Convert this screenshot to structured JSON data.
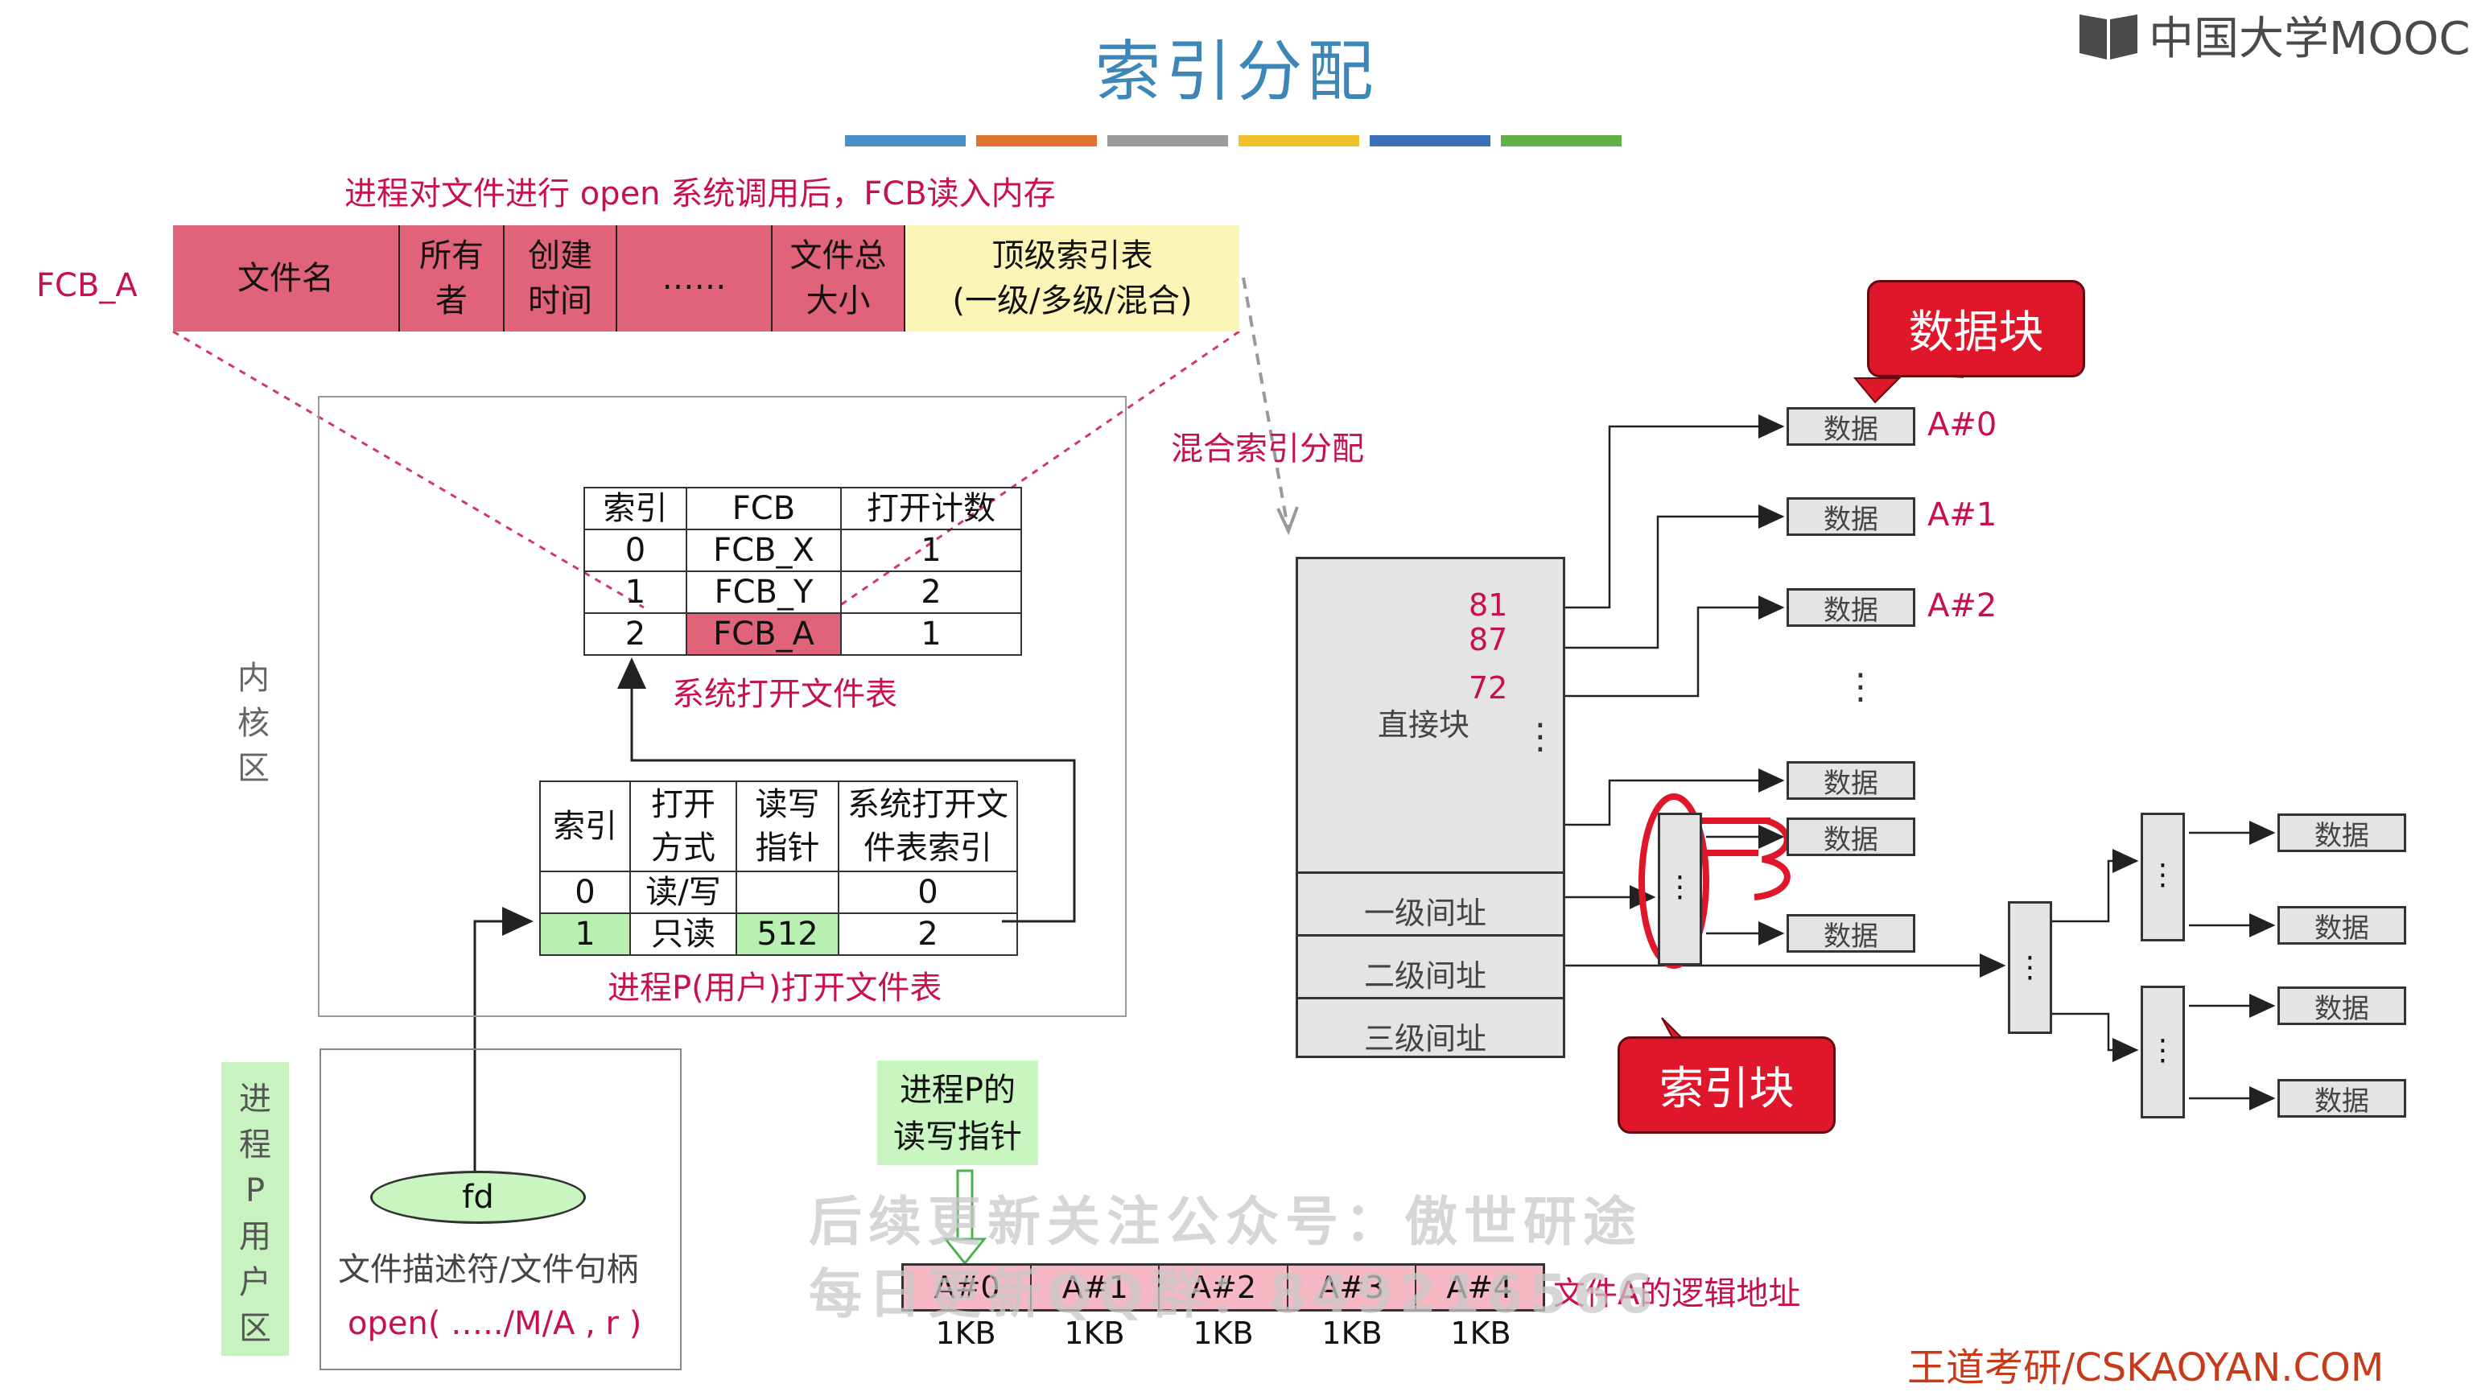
{
  "title": "索引分配",
  "logo": {
    "text": "中国大学MOOC"
  },
  "accent_colors": [
    "#4a90c4",
    "#e0742e",
    "#9b9b9b",
    "#efc12b",
    "#3b6fb8",
    "#61b148"
  ],
  "fcb": {
    "caption": "进程对文件进行 open 系统调用后，FCB读入内存",
    "label": "FCB_A",
    "cells": [
      {
        "l1": "文件名",
        "l2": ""
      },
      {
        "l1": "所有",
        "l2": "者"
      },
      {
        "l1": "创建",
        "l2": "时间"
      },
      {
        "l1": "……",
        "l2": ""
      },
      {
        "l1": "文件总",
        "l2": "大小"
      },
      {
        "l1": "顶级索引表",
        "l2": "(一级/多级/混合)"
      }
    ]
  },
  "mixed_label": "混合索引分配",
  "kernel": {
    "label_chars": [
      "内",
      "核",
      "区"
    ]
  },
  "sys_table": {
    "headers": [
      "索引",
      "FCB",
      "打开计数"
    ],
    "rows": [
      [
        "0",
        "FCB_X",
        "1"
      ],
      [
        "1",
        "FCB_Y",
        "2"
      ],
      [
        "2",
        "FCB_A",
        "1"
      ]
    ],
    "caption": "系统打开文件表"
  },
  "proc_table": {
    "headers": [
      [
        "索引",
        ""
      ],
      [
        "打开",
        "方式"
      ],
      [
        "读写",
        "指针"
      ],
      [
        "系统打开文",
        "件表索引"
      ]
    ],
    "rows": [
      [
        "0",
        "读/写",
        "",
        "0"
      ],
      [
        "1",
        "只读",
        "512",
        "2"
      ]
    ],
    "caption": "进程P(用户)打开文件表"
  },
  "user": {
    "label_chars": [
      "进",
      "程",
      "P",
      "用",
      "户",
      "区"
    ],
    "fd": "fd",
    "fd_desc": "文件描述符/文件句柄",
    "open_call": "open( …../M/A , r )"
  },
  "rw_pointer": {
    "l1": "进程P的",
    "l2": "读写指针"
  },
  "logical": {
    "blocks": [
      "A#0",
      "A#1",
      "A#2",
      "A#3",
      "A#4"
    ],
    "sizes": [
      "1KB",
      "1KB",
      "1KB",
      "1KB",
      "1KB"
    ],
    "caption": "文件A的逻辑地址"
  },
  "watermark": {
    "l1": "后续更新关注公众号：傲世研途",
    "l2": "每日更新QQ群：849216566"
  },
  "inode": {
    "nums": [
      "81",
      "87",
      "72"
    ],
    "direct": "直接块",
    "dots": "⋮",
    "levels": [
      "一级间址",
      "二级间址",
      "三级间址"
    ]
  },
  "data_label": "数据",
  "block_ids": [
    "A#0",
    "A#1",
    "A#2"
  ],
  "callout_data": "数据块",
  "callout_index": "索引块",
  "footer": "王道考研/CSKAOYAN.COM"
}
